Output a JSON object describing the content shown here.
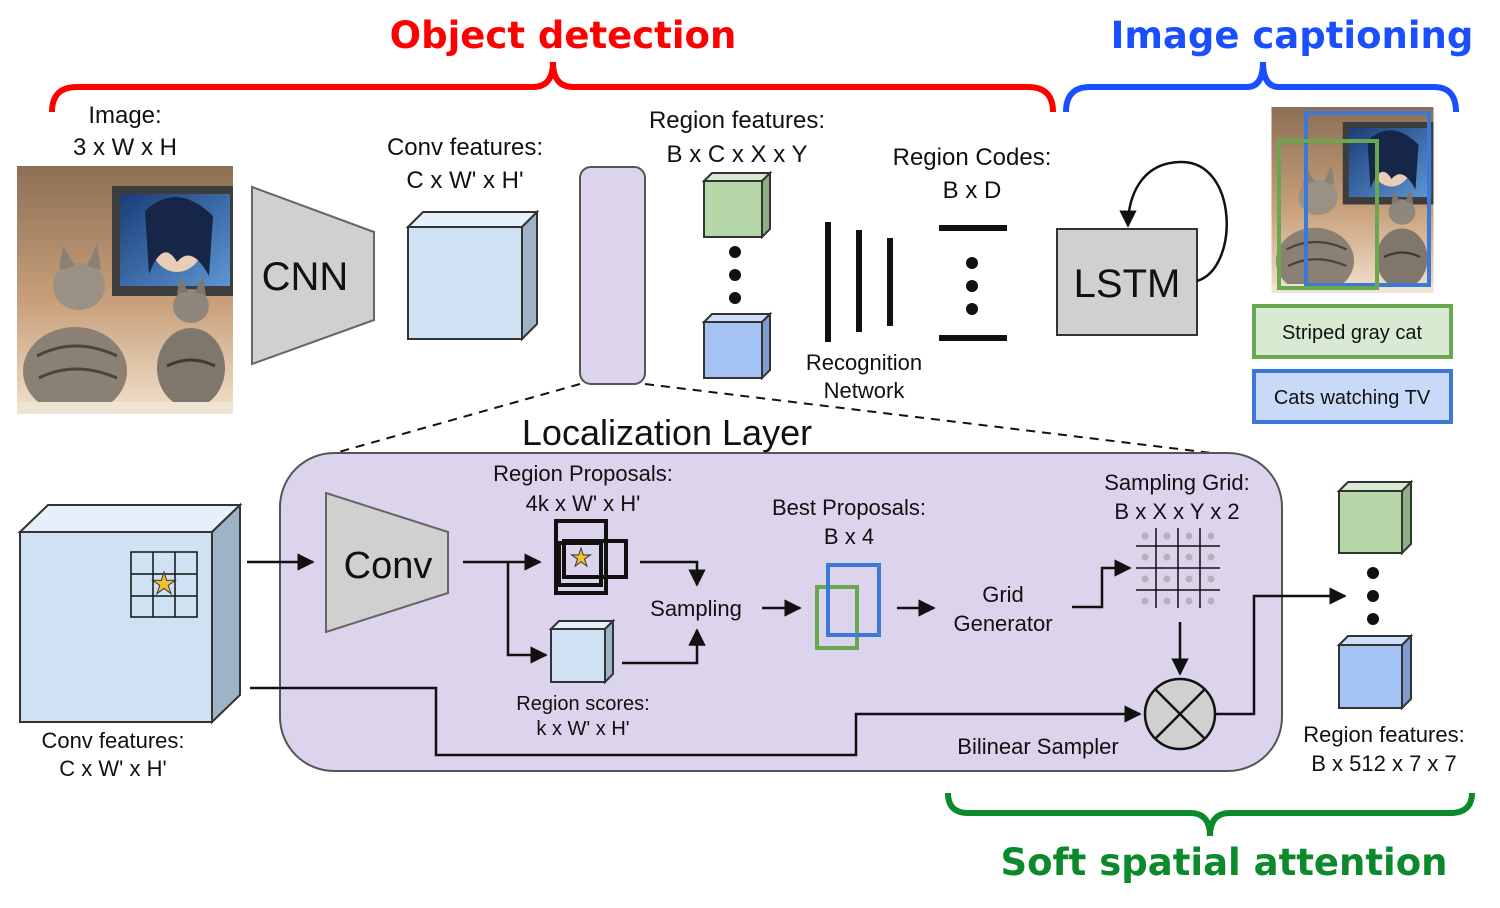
{
  "headers": {
    "object_detection": "Object detection",
    "image_captioning": "Image captioning",
    "soft_spatial_attention": "Soft spatial attention"
  },
  "top_row": {
    "image_label": "Image:",
    "image_dims": "3 x W x H",
    "cnn": "CNN",
    "conv_features_label": "Conv features:",
    "conv_features_dims": "C x W' x H'",
    "region_features_label": "Region features:",
    "region_features_dims": "B x C x X x Y",
    "recognition_network_line1": "Recognition",
    "recognition_network_line2": "Network",
    "region_codes_label": "Region Codes:",
    "region_codes_dims": "B x D",
    "lstm": "LSTM",
    "caption_1": "Striped gray cat",
    "caption_2": "Cats watching TV"
  },
  "localization": {
    "title": "Localization Layer",
    "input_label": "Conv features:",
    "input_dims": "C x W' x H'",
    "conv": "Conv",
    "region_proposals_label": "Region Proposals:",
    "region_proposals_dims": "4k x W' x H'",
    "region_scores_label": "Region scores:",
    "region_scores_dims": "k x W' x H'",
    "sampling": "Sampling",
    "best_proposals_label": "Best Proposals:",
    "best_proposals_dims": "B x 4",
    "grid_generator_line1": "Grid",
    "grid_generator_line2": "Generator",
    "sampling_grid_label": "Sampling Grid:",
    "sampling_grid_dims": "B x X x Y x 2",
    "bilinear_sampler": "Bilinear Sampler",
    "output_label": "Region features:",
    "output_dims": "B x 512 x 7 x 7"
  },
  "colors": {
    "object_detection": "#ff0000",
    "image_captioning": "#1a4fff",
    "soft_spatial_attention": "#0a8a2a",
    "localization_fill": "#dcd3ec",
    "cube_blue": "#cfe2f3",
    "cube_green": "#b6d7a8",
    "cube_dark_blue": "#a4c2f4",
    "box_gray": "#d0d0d0",
    "caption_green": "#6aa84f",
    "caption_blue": "#3c78d8"
  },
  "icons": [
    "star-icon",
    "multiply-icon",
    "recurrent-arrow-icon",
    "cat-photo-icon"
  ]
}
